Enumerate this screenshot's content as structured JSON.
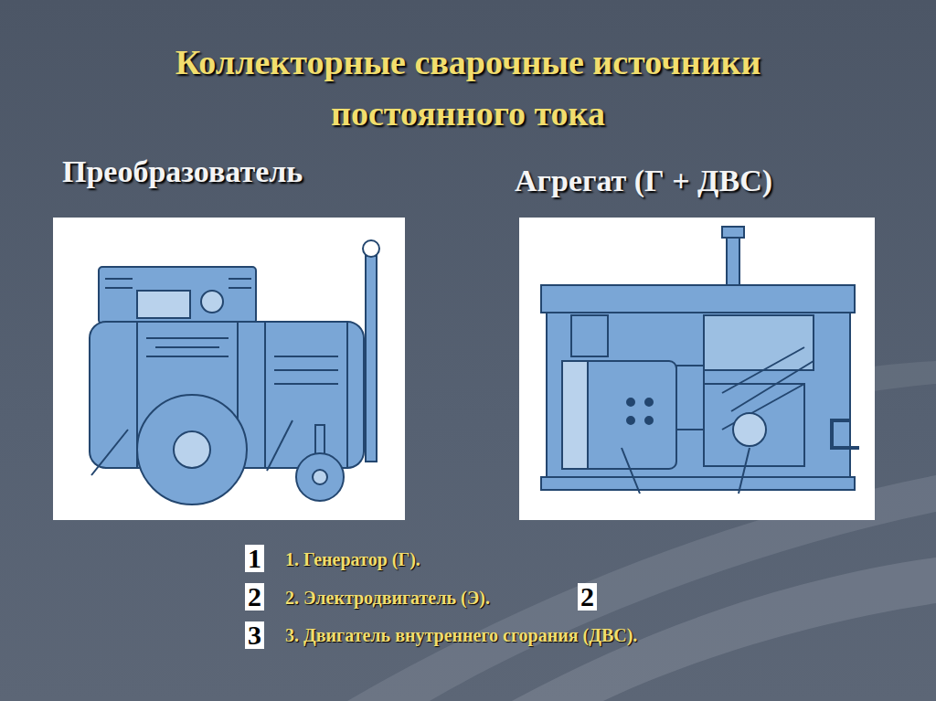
{
  "diagram": {
    "title": "Коллекторные сварочные источники постоянного тока",
    "nodes": [
      {
        "text": [
          "Преобразователь"
        ]
      },
      {
        "text": [
          "Агрегат (Г + ДВС)"
        ]
      }
    ],
    "labels": [
      "1",
      "2",
      "3",
      "2",
      "1. Генератор (Г).",
      "2. Электродвигатель (Э).",
      "3. Двигатель внутреннего сгорания (ДВС)."
    ]
  }
}
